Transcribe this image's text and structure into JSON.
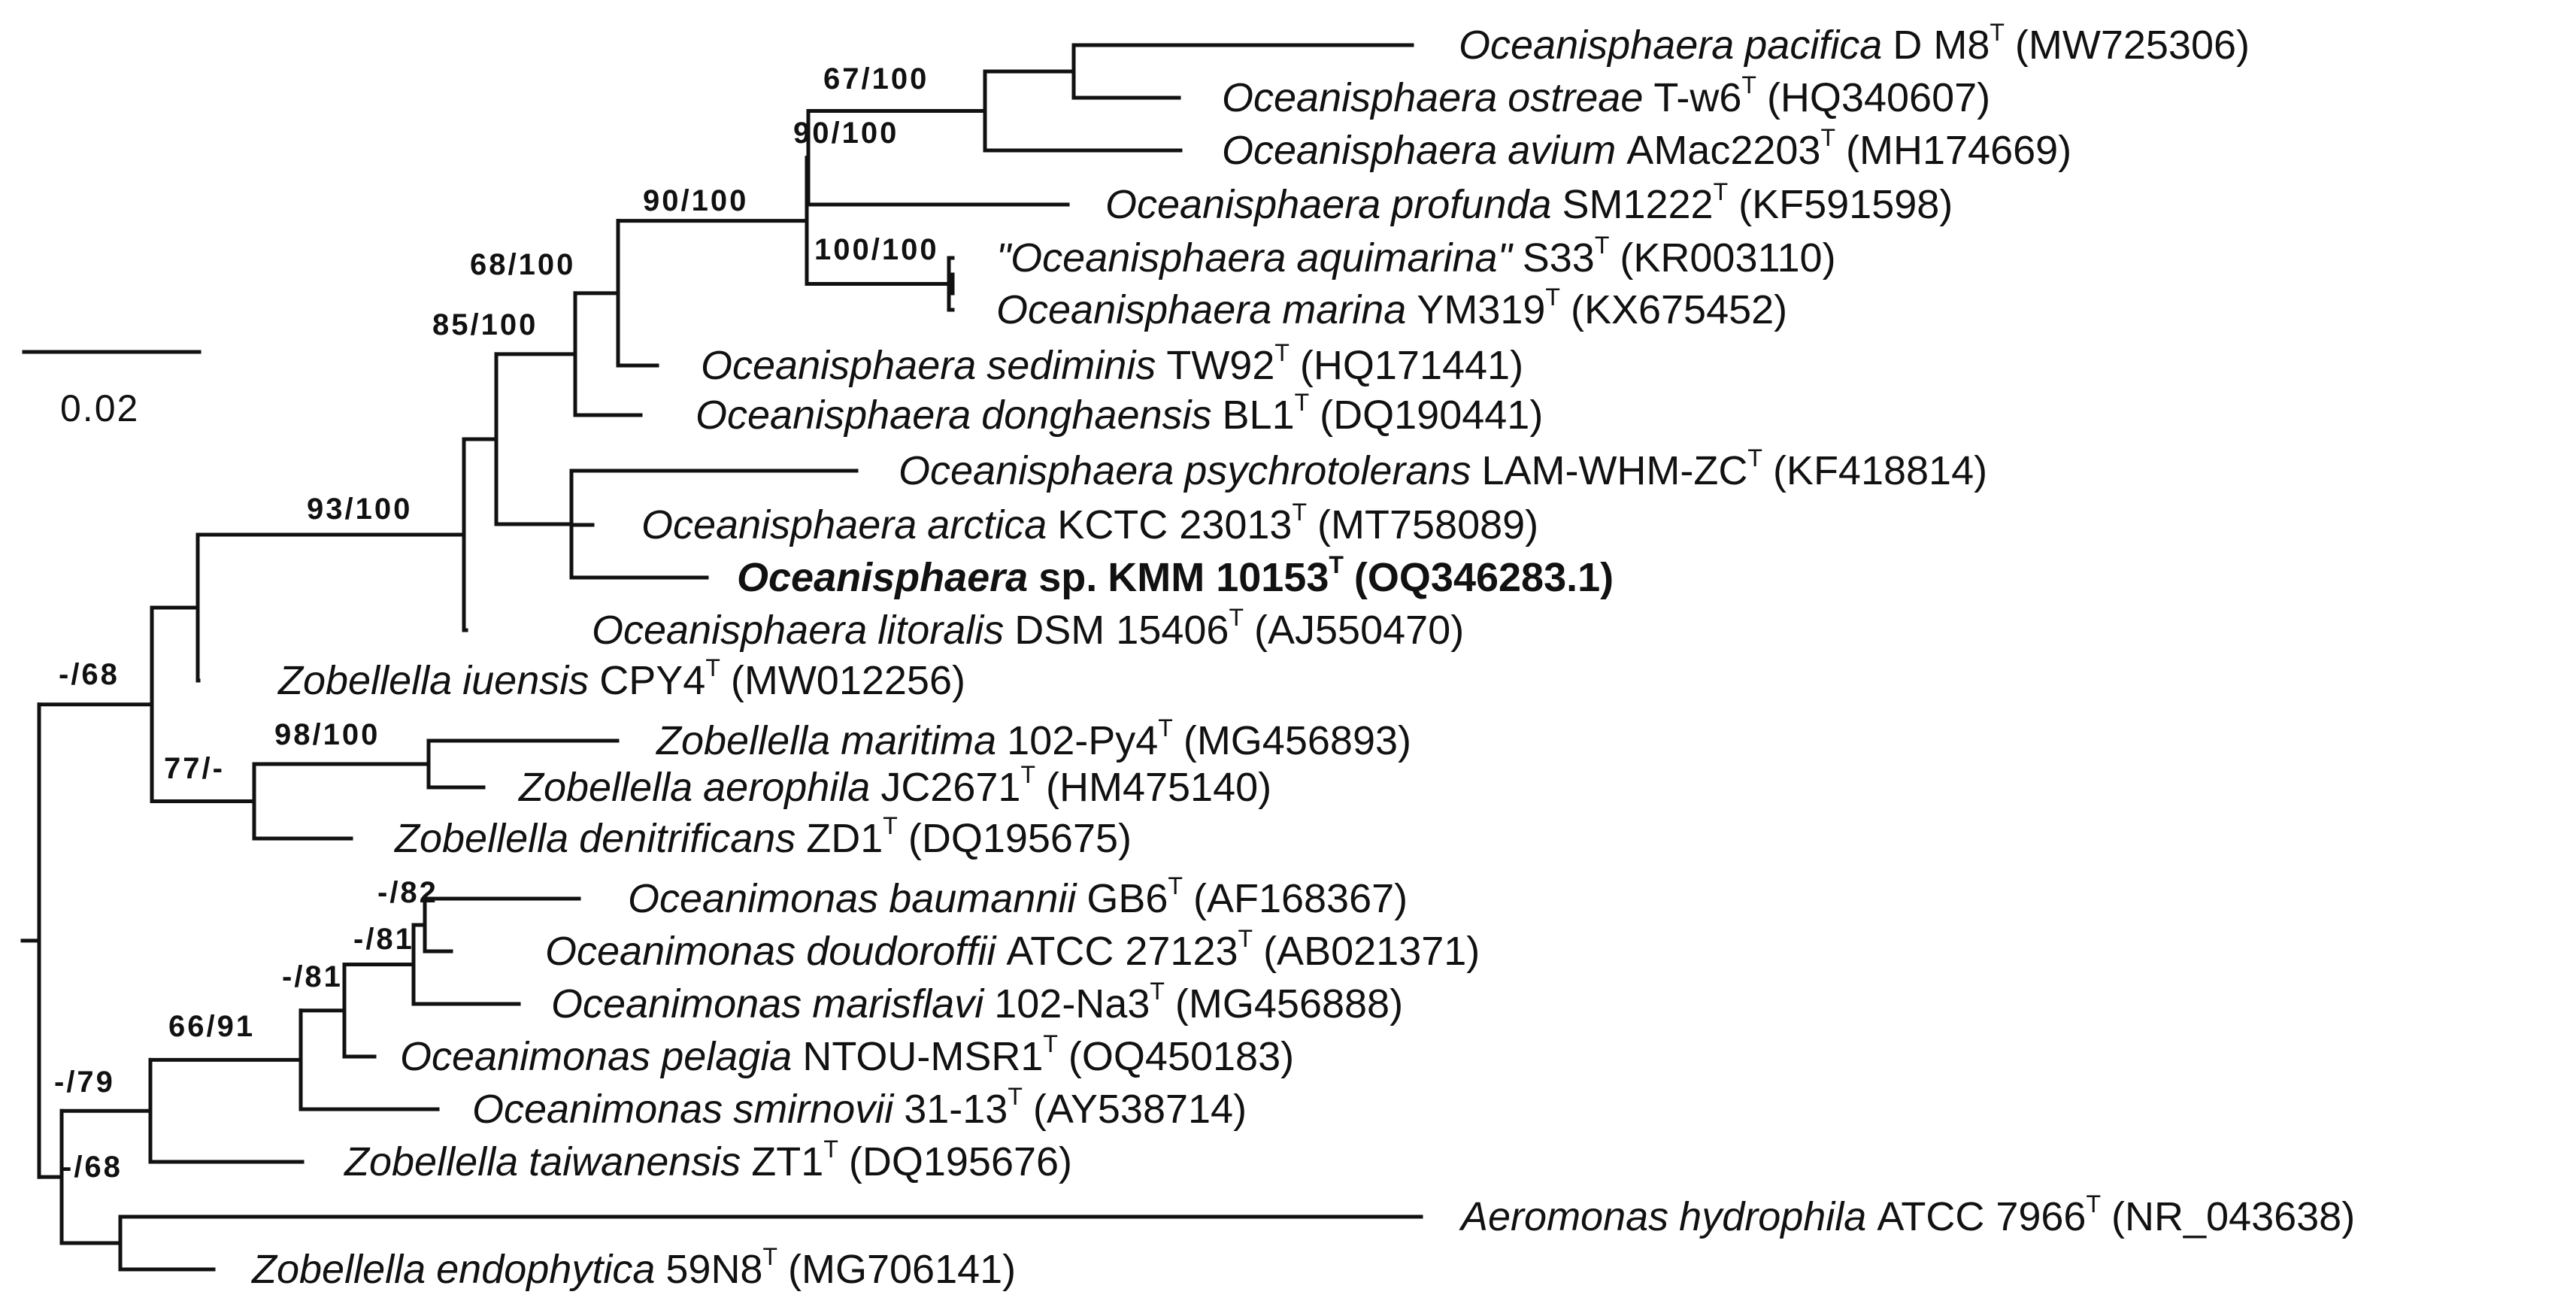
{
  "colors": {
    "line": "#111111",
    "background": "#ffffff"
  },
  "scale_bar": {
    "label": "0.02"
  },
  "taxa": [
    {
      "id": "t1",
      "genus": "Oceanisphaera",
      "epithet": "pacifica",
      "strain": "D M8",
      "type": "T",
      "accession": "(MW725306)"
    },
    {
      "id": "t2",
      "genus": "Oceanisphaera",
      "epithet": "ostreae",
      "strain": "T-w6",
      "type": "T",
      "accession": "(HQ340607)"
    },
    {
      "id": "t3",
      "genus": "Oceanisphaera",
      "epithet": "avium",
      "strain": "AMac2203",
      "type": "T",
      "accession": "(MH174669)"
    },
    {
      "id": "t4",
      "genus": "Oceanisphaera",
      "epithet": "profunda",
      "strain": "SM1222",
      "type": "T",
      "accession": "(KF591598)"
    },
    {
      "id": "t5",
      "genus": "\"Oceanisphaera",
      "epithet": "aquimarina\"",
      "strain": "S33",
      "type": "T",
      "accession": "(KR003110)"
    },
    {
      "id": "t6",
      "genus": "Oceanisphaera",
      "epithet": "marina",
      "strain": "YM319",
      "type": "T",
      "accession": "(KX675452)"
    },
    {
      "id": "t7",
      "genus": "Oceanisphaera",
      "epithet": "sediminis",
      "strain": "TW92",
      "type": "T",
      "accession": "(HQ171441)"
    },
    {
      "id": "t8",
      "genus": "Oceanisphaera",
      "epithet": "donghaensis",
      "strain": "BL1",
      "type": "T",
      "accession": "(DQ190441)"
    },
    {
      "id": "t9",
      "genus": "Oceanisphaera",
      "epithet": "psychrotolerans",
      "strain": "LAM-WHM-ZC",
      "type": "T",
      "accession": "(KF418814)"
    },
    {
      "id": "t10",
      "genus": "Oceanisphaera",
      "epithet": "arctica",
      "strain": "KCTC 23013",
      "type": "T",
      "accession": "(MT758089)"
    },
    {
      "id": "t11",
      "genus": "Oceanisphaera",
      "epithet": "sp.",
      "strain": "KMM 10153",
      "type": "T",
      "accession": "(OQ346283.1)",
      "highlight": true
    },
    {
      "id": "t12",
      "genus": "Oceanisphaera",
      "epithet": "litoralis",
      "strain": "DSM 15406",
      "type": "T",
      "accession": "(AJ550470)"
    },
    {
      "id": "t13",
      "genus": "Zobellella",
      "epithet": "iuensis",
      "strain": "CPY4",
      "type": "T",
      "accession": "(MW012256)"
    },
    {
      "id": "t14",
      "genus": "Zobellella",
      "epithet": "maritima",
      "strain": "102-Py4",
      "type": "T",
      "accession": "(MG456893)"
    },
    {
      "id": "t15",
      "genus": "Zobellella",
      "epithet": "aerophila",
      "strain": "JC2671",
      "type": "T",
      "accession": "(HM475140)"
    },
    {
      "id": "t16",
      "genus": "Zobellella",
      "epithet": "denitrificans",
      "strain": "ZD1",
      "type": "T",
      "accession": "(DQ195675)"
    },
    {
      "id": "t17",
      "genus": "Oceanimonas",
      "epithet": "baumannii",
      "strain": "GB6",
      "type": "T",
      "accession": "(AF168367)"
    },
    {
      "id": "t18",
      "genus": "Oceanimonas",
      "epithet": "doudoroffii",
      "strain": "ATCC 27123",
      "type": "T",
      "accession": "(AB021371)"
    },
    {
      "id": "t19",
      "genus": "Oceanimonas",
      "epithet": "marisflavi",
      "strain": "102-Na3",
      "type": "T",
      "accession": "(MG456888)"
    },
    {
      "id": "t20",
      "genus": "Oceanimonas",
      "epithet": "pelagia",
      "strain": "NTOU-MSR1",
      "type": "T",
      "accession": "(OQ450183)"
    },
    {
      "id": "t21",
      "genus": "Oceanimonas",
      "epithet": "smirnovii",
      "strain": "31-13",
      "type": "T",
      "accession": "(AY538714)"
    },
    {
      "id": "t22",
      "genus": "Zobellella",
      "epithet": "taiwanensis",
      "strain": "ZT1",
      "type": "T",
      "accession": "(DQ195676)"
    },
    {
      "id": "t23",
      "genus": "Aeromonas",
      "epithet": "hydrophila",
      "strain": "ATCC 7966",
      "type": "T",
      "accession": "(NR_043638)"
    },
    {
      "id": "t24",
      "genus": "Zobellella",
      "epithet": "endophytica",
      "strain": "59N8",
      "type": "T",
      "accession": "(MG706141)"
    }
  ],
  "supports": [
    {
      "id": "s1",
      "label": "67/100"
    },
    {
      "id": "s2",
      "label": "90/100"
    },
    {
      "id": "s3",
      "label": "90/100"
    },
    {
      "id": "s4",
      "label": "100/100"
    },
    {
      "id": "s5",
      "label": "68/100"
    },
    {
      "id": "s6",
      "label": "85/100"
    },
    {
      "id": "s7",
      "label": "93/100"
    },
    {
      "id": "s8",
      "label": "-/68"
    },
    {
      "id": "s9",
      "label": "98/100"
    },
    {
      "id": "s10",
      "label": "77/-"
    },
    {
      "id": "s11",
      "label": "-/82"
    },
    {
      "id": "s12",
      "label": "-/81"
    },
    {
      "id": "s13",
      "label": "-/81"
    },
    {
      "id": "s14",
      "label": "66/91"
    },
    {
      "id": "s15",
      "label": "-/79"
    },
    {
      "id": "s16",
      "label": "-/68"
    }
  ]
}
